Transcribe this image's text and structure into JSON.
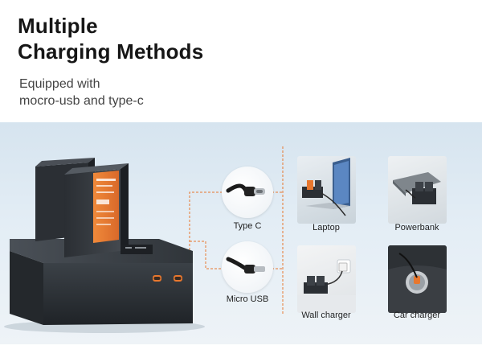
{
  "headline": {
    "line1": "Multiple",
    "line2": "Charging Methods"
  },
  "subtitle": {
    "line1": "Equipped with",
    "line2": "mocro-usb and type-c"
  },
  "cables": [
    {
      "label": "Type C",
      "icon": "usb-c-cable-icon"
    },
    {
      "label": "Micro USB",
      "icon": "micro-usb-cable-icon"
    }
  ],
  "sources": [
    {
      "label": "Laptop",
      "icon": "laptop-icon"
    },
    {
      "label": "Powerbank",
      "icon": "powerbank-icon"
    },
    {
      "label": "Wall charger",
      "icon": "wall-charger-icon"
    },
    {
      "label": "Car charger",
      "icon": "car-charger-icon"
    }
  ],
  "colors": {
    "accent_orange": "#e8772e",
    "panel_bg": "#dde8f1",
    "charger_body": "#2e3338"
  }
}
